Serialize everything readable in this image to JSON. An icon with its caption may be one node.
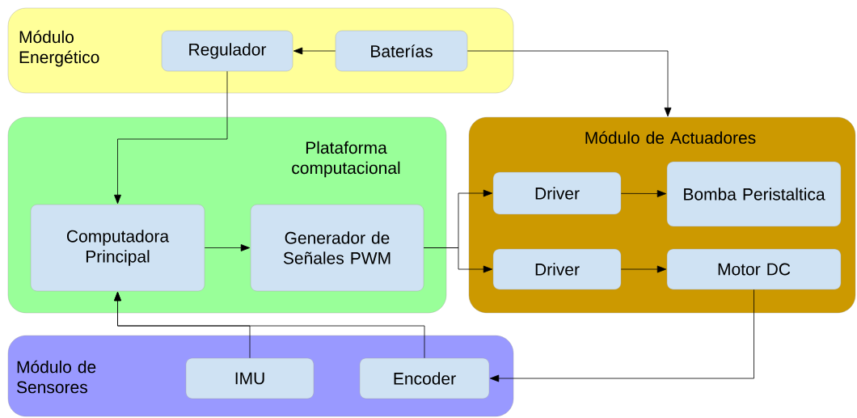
{
  "diagram": {
    "nodes": [
      {
        "text": [
          "Módulo Energético"
        ]
      },
      {
        "text": [
          "Regulador"
        ],
        "in": 0
      },
      {
        "text": [
          "Baterías"
        ],
        "in": 0
      },
      {
        "text": [
          "Plataforma computacional"
        ]
      },
      {
        "text": [
          "Computadora Principal"
        ],
        "in": 3
      },
      {
        "text": [
          "Generador de Señales PWM"
        ],
        "in": 3
      },
      {
        "text": [
          "Módulo de Actuadores"
        ]
      },
      {
        "text": [
          "Driver"
        ],
        "in": 6
      },
      {
        "text": [
          "Bomba Peristaltica"
        ],
        "in": 6
      },
      {
        "text": [
          "Driver"
        ],
        "in": 6
      },
      {
        "text": [
          "Motor DC"
        ],
        "in": 6
      },
      {
        "text": [
          "Módulo de Sensores"
        ]
      },
      {
        "text": [
          "IMU"
        ],
        "in": 11
      },
      {
        "text": [
          "Encoder"
        ],
        "in": 11
      }
    ],
    "edges": [
      {
        "from": 2,
        "to": 1,
        "arrow": "to"
      },
      {
        "from": 2,
        "to": 6,
        "arrow": "to"
      },
      {
        "from": 1,
        "to": 4,
        "arrow": "to"
      },
      {
        "from": 4,
        "to": 5,
        "arrow": "to"
      },
      {
        "from": 5,
        "to": 7,
        "arrow": "to"
      },
      {
        "from": 5,
        "to": 9,
        "arrow": "to"
      },
      {
        "from": 7,
        "to": 8,
        "arrow": "to"
      },
      {
        "from": 9,
        "to": 10,
        "arrow": "to"
      },
      {
        "from": 10,
        "to": 13,
        "arrow": "to"
      },
      {
        "from": 12,
        "to": 4,
        "arrow": "to"
      },
      {
        "from": 13,
        "to": 4,
        "arrow": "to"
      }
    ]
  }
}
